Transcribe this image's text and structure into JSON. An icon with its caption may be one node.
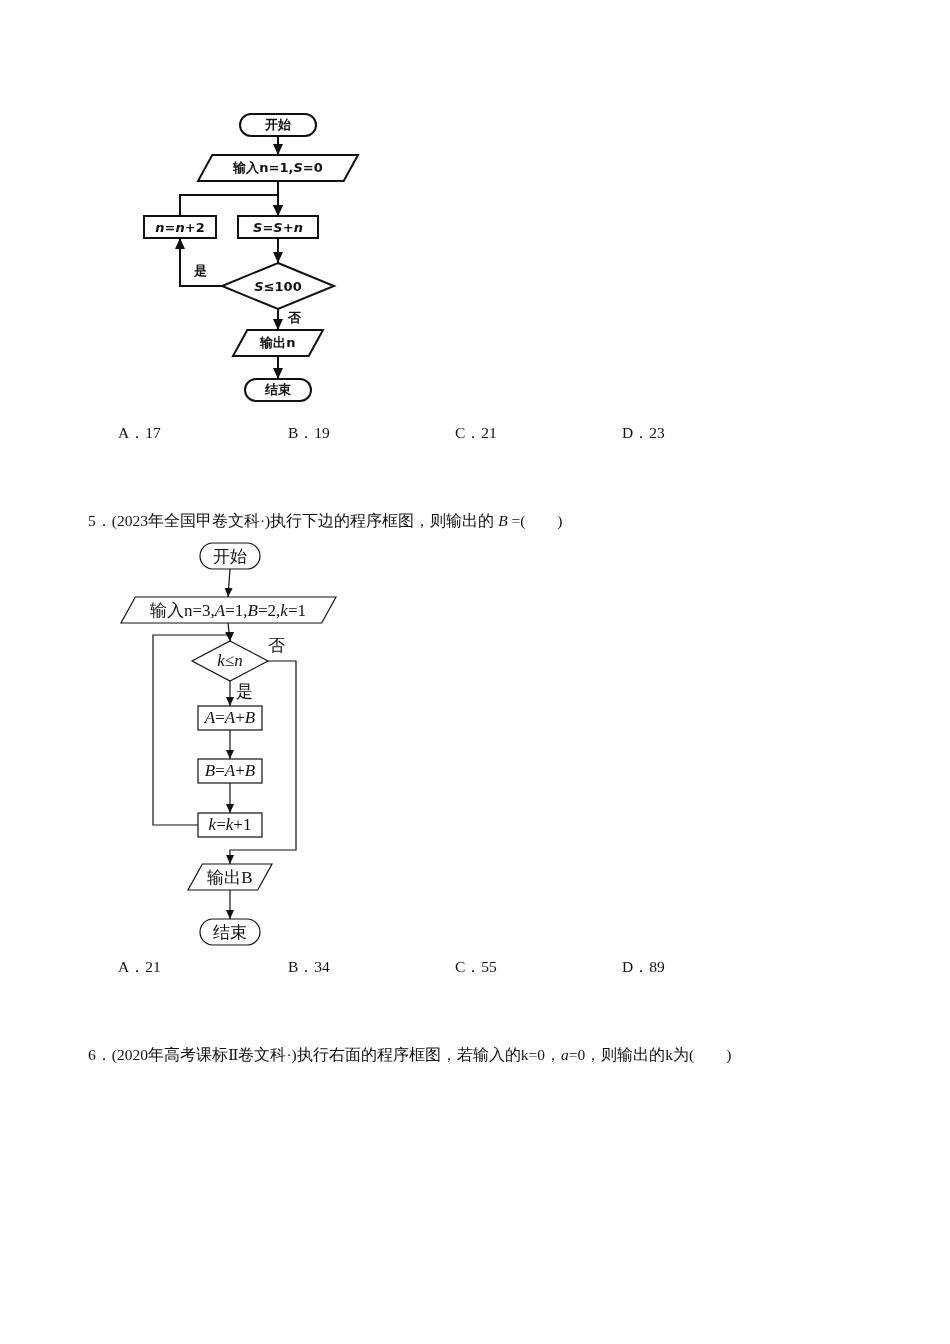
{
  "diagram": {
    "nodes": [
      {
        "text": [
          "开始"
        ]
      },
      {
        "text": [
          "输入n=1,*S*=0"
        ]
      },
      {
        "text": [
          "*n*=*n*+2"
        ]
      },
      {
        "text": [
          "*S*=*S*+*n*"
        ]
      },
      {
        "text": [
          "*S*≤100"
        ]
      },
      {
        "text": [
          "输出n"
        ]
      },
      {
        "text": [
          "结束"
        ]
      },
      {
        "text": [
          "开始"
        ]
      },
      {
        "text": [
          "输入n=3,*A*=1,*B*=2,*k*=1"
        ]
      },
      {
        "text": [
          "*k*≤*n*"
        ]
      },
      {
        "text": [
          "*A*=*A*+*B*"
        ]
      },
      {
        "text": [
          "*B*=*A*+*B*"
        ]
      },
      {
        "text": [
          "*k*=*k*+1"
        ]
      },
      {
        "text": [
          "输出B"
        ]
      },
      {
        "text": [
          "结束"
        ]
      }
    ],
    "edges": [
      {
        "from": 0,
        "to": 1,
        "arrow": "to"
      },
      {
        "from": 1,
        "to": 3,
        "arrow": "to"
      },
      {
        "from": 3,
        "to": 4,
        "arrow": "to"
      },
      {
        "from": 4,
        "to": 2,
        "arrow": "to",
        "label": "是"
      },
      {
        "from": 2,
        "to": 3,
        "arrow": "to"
      },
      {
        "from": 4,
        "to": 5,
        "arrow": "to",
        "label": "否"
      },
      {
        "from": 5,
        "to": 6,
        "arrow": "to"
      },
      {
        "from": 7,
        "to": 8,
        "arrow": "to"
      },
      {
        "from": 8,
        "to": 9,
        "arrow": "to"
      },
      {
        "from": 9,
        "to": 10,
        "arrow": "to",
        "label": "是"
      },
      {
        "from": 10,
        "to": 11,
        "arrow": "to"
      },
      {
        "from": 11,
        "to": 12,
        "arrow": "to"
      },
      {
        "from": 12,
        "to": 9,
        "arrow": "to"
      },
      {
        "from": 9,
        "to": 13,
        "arrow": "to",
        "label": "否"
      },
      {
        "from": 13,
        "to": 14,
        "arrow": "to"
      }
    ],
    "labels": [
      "A．17",
      "B．19",
      "C．21",
      "D．23",
      "5．(2023年全国甲卷文科·)执行下边的程序框图，则输出的 *B* =(　　)",
      "A．21",
      "B．34",
      "C．55",
      "D．89",
      "6．(2020年高考课标Ⅱ卷文科·)执行右面的程序框图，若输入的k=0，*a*=0，则输出的k为(　　)"
    ]
  }
}
